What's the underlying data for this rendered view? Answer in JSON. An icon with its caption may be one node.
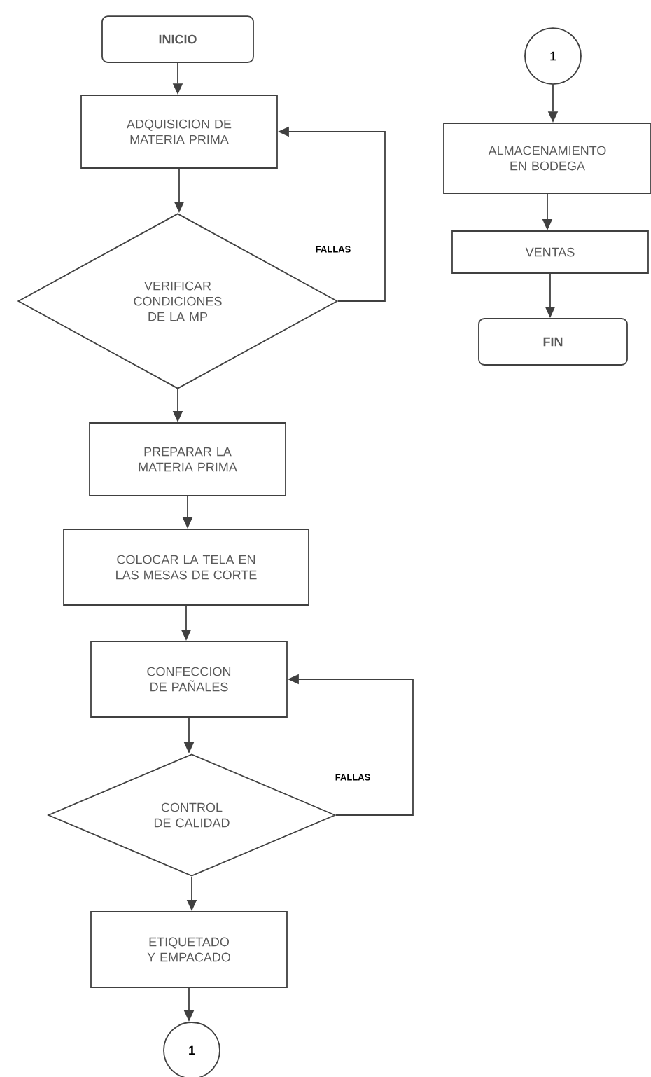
{
  "diagram": {
    "nodes": [
      {
        "text": [
          "INICIO"
        ]
      },
      {
        "text": [
          "ADQUISICION DE MATERIA PRIMA"
        ]
      },
      {
        "text": [
          "VERIFICAR CONDICIONES DE LA MP"
        ]
      },
      {
        "text": [
          "PREPARAR LA MATERIA PRIMA"
        ]
      },
      {
        "text": [
          "COLOCAR LA TELA EN LAS MESAS DE CORTE"
        ]
      },
      {
        "text": [
          "CONFECCION DE PAÑALES"
        ]
      },
      {
        "text": [
          "CONTROL DE CALIDAD"
        ]
      },
      {
        "text": [
          "ETIQUETADO Y EMPACADO"
        ]
      },
      {
        "text": [
          "1"
        ]
      },
      {
        "text": [
          "1"
        ]
      },
      {
        "text": [
          "ALMACENAMIENTO EN BODEGA"
        ]
      },
      {
        "text": [
          "VENTAS"
        ]
      },
      {
        "text": [
          "FIN"
        ]
      }
    ],
    "edges": [
      {
        "from": 0,
        "to": 1,
        "arrow": "to"
      },
      {
        "from": 1,
        "to": 2,
        "arrow": "to"
      },
      {
        "from": 2,
        "to": 3,
        "arrow": "to"
      },
      {
        "from": 2,
        "to": 1,
        "arrow": "to",
        "label": "FALLAS"
      },
      {
        "from": 3,
        "to": 4,
        "arrow": "to"
      },
      {
        "from": 4,
        "to": 5,
        "arrow": "to"
      },
      {
        "from": 5,
        "to": 6,
        "arrow": "to"
      },
      {
        "from": 6,
        "to": 5,
        "arrow": "to",
        "label": "FALLAS"
      },
      {
        "from": 6,
        "to": 7,
        "arrow": "to"
      },
      {
        "from": 7,
        "to": 8,
        "arrow": "to"
      },
      {
        "from": 9,
        "to": 10,
        "arrow": "to"
      },
      {
        "from": 10,
        "to": 11,
        "arrow": "to"
      },
      {
        "from": 11,
        "to": 12,
        "arrow": "to"
      }
    ]
  }
}
